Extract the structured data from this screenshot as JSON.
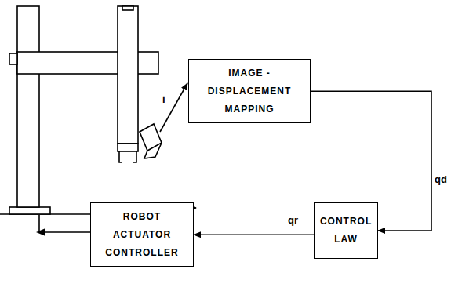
{
  "diagram": {
    "nodes": [
      {
        "text": [
          "IMAGE - DISPLACEMENT MAPPING"
        ]
      },
      {
        "text": [
          "CONTROL LAW"
        ]
      },
      {
        "text": [
          "ROBOT ACTUATOR CONTROLLER"
        ]
      }
    ],
    "edges": [
      {
        "from": 0,
        "to": 1,
        "arrow": "to",
        "label": "qd"
      },
      {
        "from": 1,
        "to": 2,
        "arrow": "to",
        "label": "qr"
      }
    ],
    "labels": [
      "i"
    ]
  }
}
